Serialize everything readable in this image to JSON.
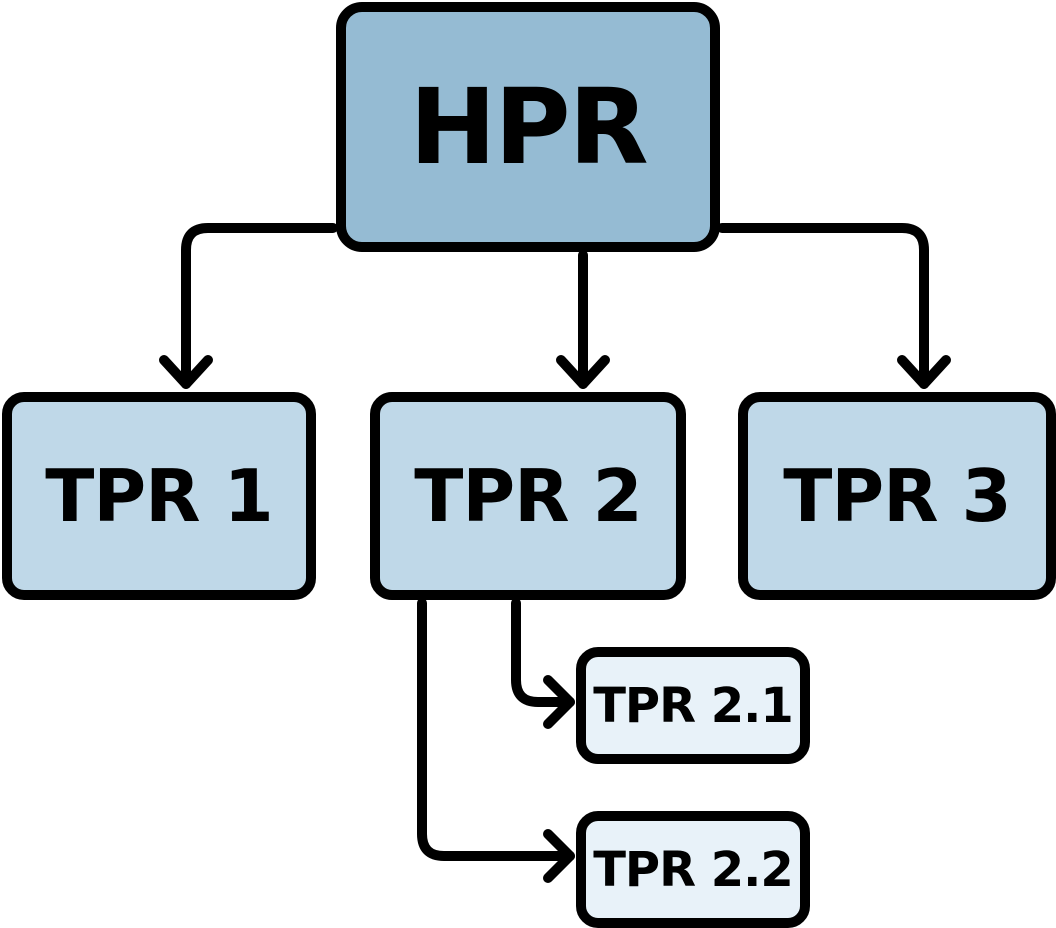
{
  "colors": {
    "root_fill": "#95bbd3",
    "level1_fill": "#bfd8e8",
    "level2_fill": "#e8f2f9",
    "stroke": "#000000"
  },
  "nodes": {
    "hpr": {
      "label": "HPR"
    },
    "tpr1": {
      "label": "TPR 1"
    },
    "tpr2": {
      "label": "TPR 2"
    },
    "tpr3": {
      "label": "TPR 3"
    },
    "tpr2_1": {
      "label": "TPR 2.1"
    },
    "tpr2_2": {
      "label": "TPR 2.2"
    }
  },
  "edges": [
    {
      "from": "HPR",
      "to": "TPR 1"
    },
    {
      "from": "HPR",
      "to": "TPR 2"
    },
    {
      "from": "HPR",
      "to": "TPR 3"
    },
    {
      "from": "TPR 2",
      "to": "TPR 2.1"
    },
    {
      "from": "TPR 2",
      "to": "TPR 2.2"
    }
  ]
}
